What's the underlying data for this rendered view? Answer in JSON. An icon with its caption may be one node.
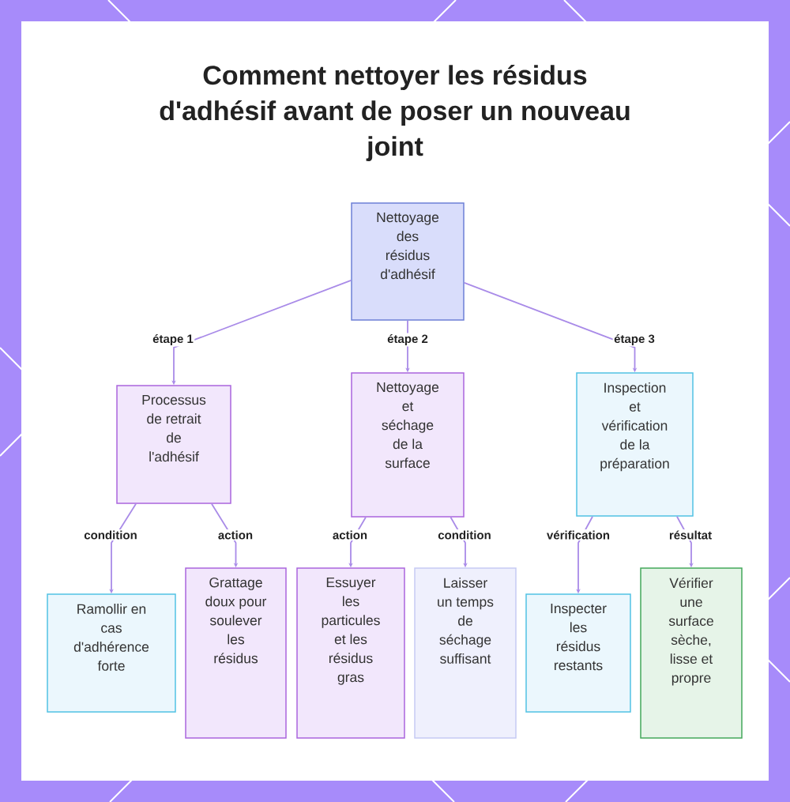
{
  "diagram": {
    "title": "Comment nettoyer les résidus d'adhésif avant de poser un nouveau joint",
    "nodes": [
      {
        "text": [
          "Nettoyage des résidus d'adhésif"
        ]
      },
      {
        "text": [
          "Processus de retrait de l'adhésif"
        ]
      },
      {
        "text": [
          "Nettoyage et séchage de la surface"
        ]
      },
      {
        "text": [
          "Inspection et vérification de la préparation"
        ]
      },
      {
        "text": [
          "Ramollir en cas d'adhérence forte"
        ]
      },
      {
        "text": [
          "Grattage doux pour soulever les résidus"
        ]
      },
      {
        "text": [
          "Essuyer les particules et les résidus gras"
        ]
      },
      {
        "text": [
          "Laisser un temps de séchage suffisant"
        ]
      },
      {
        "text": [
          "Inspecter les résidus restants"
        ]
      },
      {
        "text": [
          "Vérifier une surface sèche, lisse et propre"
        ]
      }
    ],
    "edges": [
      {
        "from": 0,
        "to": 1,
        "arrow": "to",
        "label": "étape 1"
      },
      {
        "from": 0,
        "to": 2,
        "arrow": "to",
        "label": "étape 2"
      },
      {
        "from": 0,
        "to": 3,
        "arrow": "to",
        "label": "étape 3"
      },
      {
        "from": 1,
        "to": 4,
        "arrow": "to",
        "label": "condition"
      },
      {
        "from": 1,
        "to": 5,
        "arrow": "to",
        "label": "action"
      },
      {
        "from": 2,
        "to": 6,
        "arrow": "to",
        "label": "action"
      },
      {
        "from": 2,
        "to": 7,
        "arrow": "to",
        "label": "condition"
      },
      {
        "from": 3,
        "to": 8,
        "arrow": "to",
        "label": "vérification"
      },
      {
        "from": 3,
        "to": 9,
        "arrow": "to",
        "label": "résultat"
      }
    ]
  }
}
